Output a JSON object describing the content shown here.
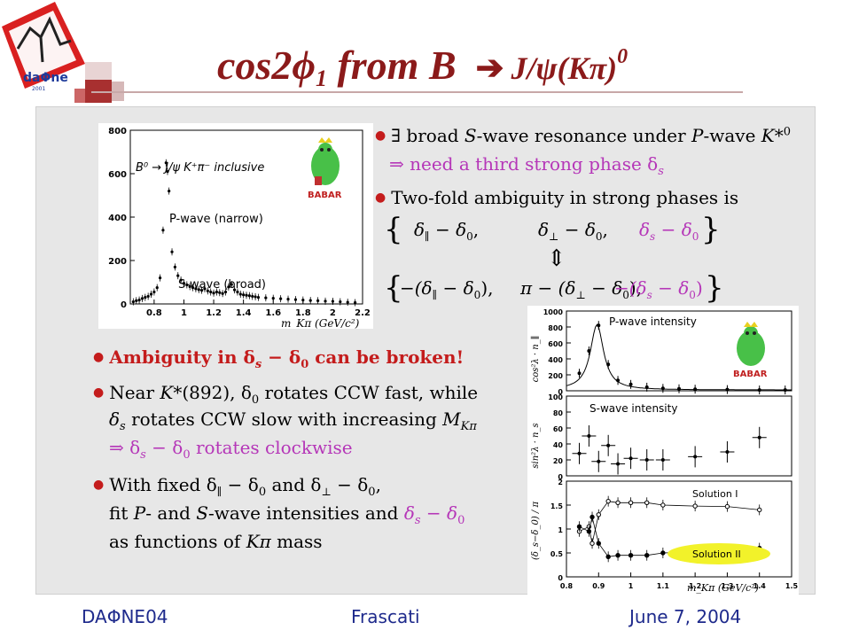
{
  "header": {
    "title_main": "cos2ϕ",
    "title_sub": "1",
    "title_from": " from B",
    "title_arrow": "➔",
    "title_decay": "J/ψ(Kπ)",
    "title_sup": "0",
    "logo_text": "daΦne",
    "logo_year": "2001"
  },
  "text": {
    "b1_a": "∃ broad ",
    "b1_b": "S",
    "b1_c": "-wave resonance under ",
    "b1_d": "P",
    "b1_e": "-wave ",
    "b1_f": "K*",
    "b1_g": "0",
    "b1_sub": "⇒ need a third strong phase δ",
    "b1_sub_s": "s",
    "b2": "Two-fold ambiguity in strong phases is",
    "eq1_a": "δ",
    "eq1_a_sub": "∥",
    "eq1_b": " − δ",
    "eq1_b_sub": "0",
    "eq1_c": ",",
    "eq1_d": "δ",
    "eq1_d_sub": "⊥",
    "eq1_e": " − δ",
    "eq1_e_sub": "0",
    "eq1_f": ",",
    "eq1_g": "δ",
    "eq1_g_sub": "s",
    "eq1_h": " − δ",
    "eq1_h_sub": "0",
    "eq_arrow": "⇕",
    "eq2_a": "−(δ",
    "eq2_a_sub": "∥",
    "eq2_b": " − δ",
    "eq2_b_sub": "0",
    "eq2_c": "),",
    "eq2_d": "π − (δ",
    "eq2_d_sub": "⊥",
    "eq2_e": " − δ",
    "eq2_e_sub": "0",
    "eq2_f": "),",
    "eq2_g": "−(δ",
    "eq2_g_sub": "s",
    "eq2_h": " − δ",
    "eq2_h_sub": "0",
    "eq2_i": ")",
    "b3_a": "Ambiguity in δ",
    "b3_s": "s",
    "b3_b": " − δ",
    "b3_0": "0",
    "b3_c": " can be broken!",
    "b4_l1_a": "Near ",
    "b4_l1_b": "K*",
    "b4_l1_c": "(892), δ",
    "b4_l1_0": "0",
    "b4_l1_d": " rotates CCW fast, while",
    "b4_l2_a": "δ",
    "b4_l2_s": "s",
    "b4_l2_b": " rotates CCW slow with increasing ",
    "b4_l2_c": "M",
    "b4_l2_sub": "Kπ",
    "b4_l3_a": "⇒ δ",
    "b4_l3_s": "s",
    "b4_l3_b": " − δ",
    "b4_l3_0": "0",
    "b4_l3_c": " rotates clockwise",
    "b5_l1_a": "With fixed δ",
    "b5_l1_par": "∥",
    "b5_l1_b": " − δ",
    "b5_l1_0": "0",
    "b5_l1_c": " and δ",
    "b5_l1_perp": "⊥",
    "b5_l1_d": " − δ",
    "b5_l1_0b": "0",
    "b5_l1_e": ",",
    "b5_l2_a": "fit ",
    "b5_l2_b": "P",
    "b5_l2_c": "- and ",
    "b5_l2_d": "S",
    "b5_l2_e": "-wave intensities and ",
    "b5_l2_f": "δ",
    "b5_l2_s": "s",
    "b5_l2_g": " − δ",
    "b5_l2_0": "0",
    "b5_l3": "as functions of ",
    "b5_l3_b": "Kπ",
    "b5_l3_c": " mass"
  },
  "babar_label": "BABAR",
  "footer": {
    "left": "DAΦNE04",
    "center": "Frascati",
    "right": "June 7, 2004"
  },
  "chart_data": [
    {
      "type": "scatter",
      "id": "mass_spectrum",
      "title": "B⁰ → J/ψ K⁺π⁻ inclusive",
      "annotations": [
        "P-wave (narrow)",
        "S-wave (broad)"
      ],
      "xlabel": "m_Kπ (GeV/c²)",
      "xlim": [
        0.64,
        2.2
      ],
      "ylim": [
        0,
        800
      ],
      "xticks": [
        "0.8",
        "1",
        "1.2",
        "1.4",
        "1.6",
        "1.8",
        "2",
        "2.2"
      ],
      "yticks": [
        "0",
        "200",
        "400",
        "600",
        "800"
      ],
      "x": [
        0.66,
        0.68,
        0.7,
        0.72,
        0.74,
        0.76,
        0.78,
        0.8,
        0.82,
        0.84,
        0.86,
        0.88,
        0.89,
        0.9,
        0.92,
        0.94,
        0.96,
        0.98,
        1.0,
        1.02,
        1.04,
        1.06,
        1.08,
        1.1,
        1.12,
        1.14,
        1.16,
        1.18,
        1.2,
        1.22,
        1.24,
        1.26,
        1.28,
        1.3,
        1.32,
        1.34,
        1.36,
        1.38,
        1.4,
        1.42,
        1.44,
        1.46,
        1.48,
        1.5,
        1.55,
        1.6,
        1.65,
        1.7,
        1.75,
        1.8,
        1.85,
        1.9,
        1.95,
        2.0,
        2.05,
        2.1,
        2.15
      ],
      "y": [
        10,
        15,
        18,
        25,
        30,
        35,
        45,
        55,
        75,
        120,
        340,
        650,
        610,
        520,
        240,
        170,
        130,
        110,
        95,
        88,
        80,
        75,
        70,
        66,
        63,
        70,
        60,
        55,
        50,
        55,
        52,
        48,
        55,
        78,
        90,
        65,
        55,
        45,
        42,
        40,
        38,
        35,
        33,
        30,
        28,
        26,
        24,
        22,
        20,
        18,
        16,
        15,
        13,
        12,
        10,
        8,
        6
      ]
    },
    {
      "type": "scatter",
      "id": "p_wave",
      "title": "P-wave intensity",
      "ylabel": "cos²λ · n_∥",
      "xlim": [
        0.8,
        1.5
      ],
      "ylim": [
        0,
        1000
      ],
      "yticks": [
        "0",
        "200",
        "400",
        "600",
        "800",
        "1000"
      ],
      "x": [
        0.84,
        0.87,
        0.9,
        0.93,
        0.96,
        1.0,
        1.05,
        1.1,
        1.15,
        1.2,
        1.3,
        1.4,
        1.48
      ],
      "y": [
        220,
        500,
        820,
        330,
        130,
        80,
        45,
        30,
        25,
        20,
        15,
        10,
        10
      ]
    },
    {
      "type": "scatter",
      "id": "s_wave",
      "title": "S-wave intensity",
      "ylabel": "sin²λ · n_s",
      "xlim": [
        0.8,
        1.5
      ],
      "ylim": [
        0,
        100
      ],
      "yticks": [
        "0",
        "20",
        "40",
        "60",
        "80",
        "100"
      ],
      "x": [
        0.84,
        0.87,
        0.9,
        0.93,
        0.96,
        1.0,
        1.05,
        1.1,
        1.2,
        1.3,
        1.4
      ],
      "y": [
        28,
        50,
        18,
        38,
        15,
        22,
        20,
        20,
        24,
        30,
        48
      ]
    },
    {
      "type": "scatter",
      "id": "phase",
      "ylabel": "(δ_s−δ_0) / π",
      "xlabel": "m_Kπ (GeV/c²)",
      "xlim": [
        0.8,
        1.5
      ],
      "ylim": [
        0,
        2
      ],
      "xticks": [
        "0.8",
        "0.9",
        "1",
        "1.1",
        "1.2",
        "1.3",
        "1.4",
        "1.5"
      ],
      "yticks": [
        "0",
        "0.5",
        "1",
        "1.5",
        "2"
      ],
      "series": [
        {
          "name": "Solution I",
          "x": [
            0.84,
            0.87,
            0.88,
            0.9,
            0.93,
            0.96,
            1.0,
            1.05,
            1.1,
            1.2,
            1.3,
            1.4
          ],
          "y": [
            0.95,
            1.05,
            0.7,
            1.3,
            1.58,
            1.55,
            1.55,
            1.55,
            1.5,
            1.48,
            1.47,
            1.4
          ]
        },
        {
          "name": "Solution II",
          "x": [
            0.84,
            0.87,
            0.88,
            0.9,
            0.93,
            0.96,
            1.0,
            1.05,
            1.1,
            1.2,
            1.3,
            1.4
          ],
          "y": [
            1.05,
            0.95,
            1.25,
            0.7,
            0.42,
            0.45,
            0.45,
            0.45,
            0.5,
            0.52,
            0.55,
            0.6
          ]
        }
      ]
    }
  ]
}
